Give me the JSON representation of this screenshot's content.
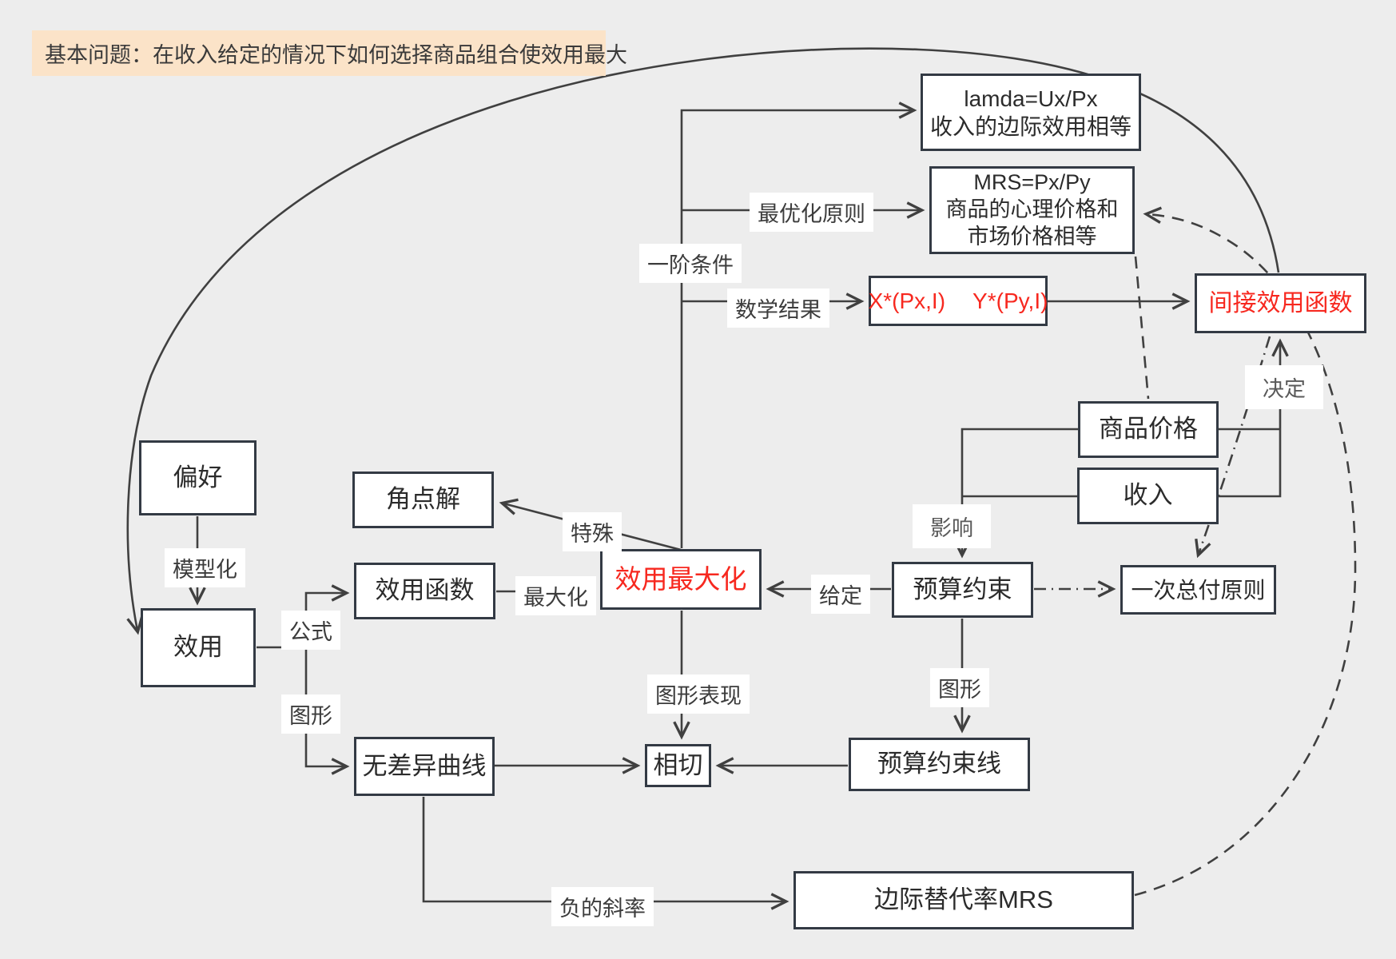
{
  "title": {
    "text": "基本问题：在收入给定的情况下如何选择商品组合使效用最大"
  },
  "colors": {
    "background": "#ededed",
    "banner_bg": "#fbe3c8",
    "box_border": "#333a44",
    "line": "#404040",
    "red_text": "#f7281f",
    "node_text": "#2b2b2b",
    "label_text": "#3c3c3c"
  },
  "nodes": {
    "preference": {
      "label": "偏好"
    },
    "utility": {
      "label": "效用"
    },
    "corner_solution": {
      "label": "角点解"
    },
    "utility_function": {
      "label": "效用函数"
    },
    "indifference_curve": {
      "label": "无差异曲线"
    },
    "utility_max": {
      "label": "效用最大化"
    },
    "tangency": {
      "label": "相切"
    },
    "budget_line": {
      "label": "预算约束线"
    },
    "budget_constraint": {
      "label": "预算约束"
    },
    "lump_sum": {
      "label": "一次总付原则"
    },
    "goods_price": {
      "label": "商品价格"
    },
    "income": {
      "label": "收入"
    },
    "mrs": {
      "label": "边际替代率MRS"
    },
    "lamda": {
      "lines": [
        "lamda=Ux/Px",
        "收入的边际效用相等"
      ]
    },
    "mrs_eq": {
      "lines": [
        "MRS=Px/Py",
        "商品的心理价格和",
        "市场价格相等"
      ]
    },
    "demand": {
      "left": "X*(Px,I)",
      "right": "Y*(Py,I)"
    },
    "indirect_utility": {
      "label": "间接效用函数"
    }
  },
  "edge_labels": {
    "first_order": "一阶条件",
    "optimization": "最优化原则",
    "math_result": "数学结果",
    "modeling": "模型化",
    "formula": "公式",
    "graph_formula": "图形",
    "special": "特殊",
    "maximize": "最大化",
    "given": "给定",
    "influence": "影响",
    "graph_repr": "图形表现",
    "graph_right": "图形",
    "negative_slope": "负的斜率",
    "determine": "决定"
  }
}
